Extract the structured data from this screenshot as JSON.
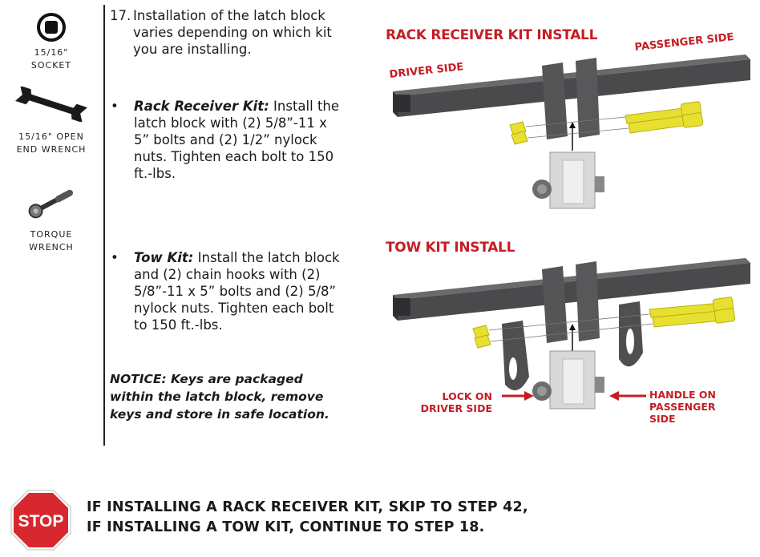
{
  "tools": [
    {
      "label_line1": "15/16\"",
      "label_line2": "SOCKET",
      "icon": "socket-icon"
    },
    {
      "label_line1": "15/16\" OPEN",
      "label_line2": "END WRENCH",
      "icon": "wrench-icon"
    },
    {
      "label_line1": "TORQUE",
      "label_line2": "WRENCH",
      "icon": "torque-wrench-icon"
    }
  ],
  "step": {
    "number": "17.",
    "text": "Installation of the latch block varies depending on which kit you are installing."
  },
  "bullets": [
    {
      "dot": "•",
      "lead": "Rack Receiver Kit:",
      "text": " Install the latch block with (2) 5/8”-11 x 5” bolts and (2) 1/2” nylock nuts. Tighten each bolt to 150 ft.-lbs."
    },
    {
      "dot": "•",
      "lead": "Tow Kit:",
      "text": " Install the latch block and (2) chain hooks with (2) 5/8”-11 x 5” bolts and (2) 5/8” nylock nuts. Tighten each bolt to 150 ft.-lbs."
    }
  ],
  "notice": "NOTICE: Keys are packaged within the latch block, remove keys and store in safe location.",
  "figures": {
    "rack": {
      "title": "RACK RECEIVER KIT INSTALL",
      "driver_side": "DRIVER SIDE",
      "passenger_side": "PASSENGER SIDE"
    },
    "tow": {
      "title": "TOW KIT INSTALL",
      "lock_line1": "LOCK ON",
      "lock_line2": "DRIVER SIDE",
      "handle_line1": "HANDLE ON",
      "handle_line2": "PASSENGER",
      "handle_line3": "SIDE"
    }
  },
  "stop": {
    "sign_text": "STOP",
    "line1": "IF INSTALLING A RACK RECEIVER KIT, SKIP TO STEP 42,",
    "line2": "IF INSTALLING A TOW KIT, CONTINUE TO STEP 18."
  },
  "colors": {
    "accent_red": "#c41e24",
    "tube": "#4a4a4c",
    "bolt_yellow": "#e8e030",
    "stop_red": "#d7282f"
  }
}
